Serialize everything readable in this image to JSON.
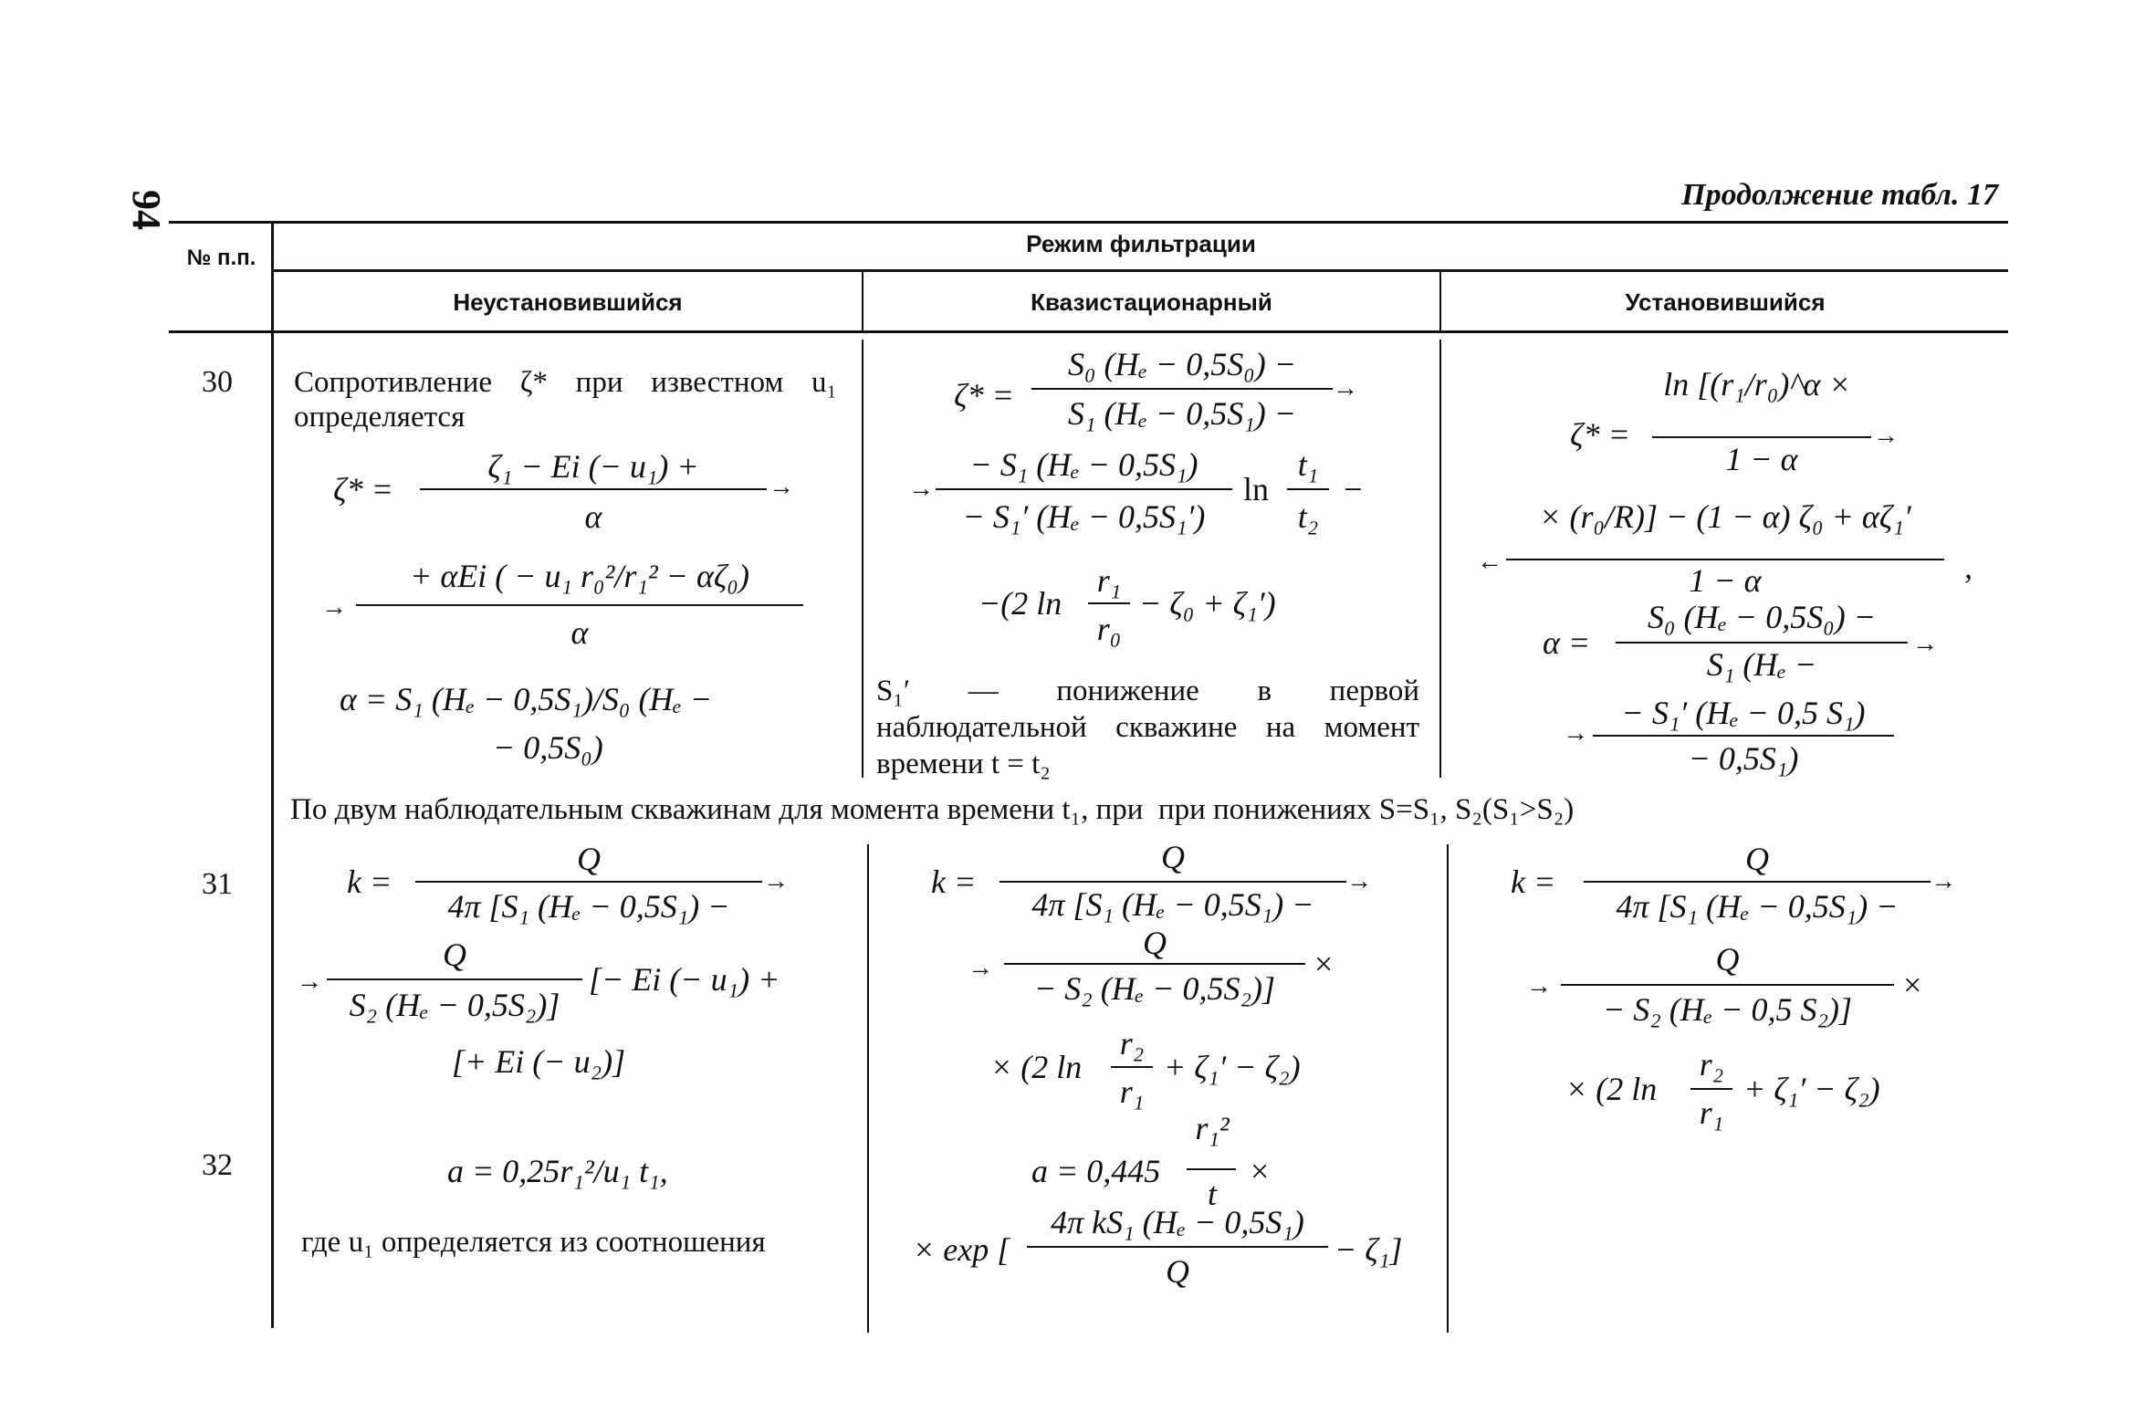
{
  "page": {
    "number": "94",
    "continuation": "Продолжение табл. 17"
  },
  "table": {
    "header": {
      "num_col": "№ п.п.",
      "group": "Режим фильтрации",
      "cols": [
        "Неустановившийся",
        "Квазистационарный",
        "Установившийся"
      ]
    },
    "rows": [
      {
        "num": "30",
        "unsteady": {
          "intro": "Сопротивление ζ* при известном u₁ определяется",
          "f1_lhs": "ζ* =",
          "f1_num": "ζ₁ − Ei (− u₁) +",
          "f1_den": "α",
          "f2_num": "+ αEi ( − u₁ r₀²/r₁² − αζ₀)",
          "f2_den": "α",
          "alpha1": "α = S₁ (Hₑ − 0,5S₁)/S₀ (Hₑ −",
          "alpha2": "− 0,5S₀)"
        },
        "quasi": {
          "f1_lhs": "ζ* =",
          "f1_num": "S₀ (Hₑ − 0,5S₀) −",
          "f1_den": "S₁ (Hₑ − 0,5S₁) −",
          "f2_num": "− S₁ (Hₑ − 0,5S₁)",
          "f2_den": "− S₁′ (Hₑ − 0,5S₁′)",
          "f2_ln": "ln",
          "f2_t_num": "t₁",
          "f2_t_den": "t₂",
          "f2_tail": "−",
          "f3": "−(2 ln",
          "f3_r_num": "r₁",
          "f3_r_den": "r₀",
          "f3_tail": "− ζ₀ + ζ₁′)",
          "note": "S₁′ — понижение в первой наблюдательной скважине на момент времени t = t₂"
        },
        "steady": {
          "f1_num": "ln [(r₁/r₀)^α ×",
          "f1_lhs": "ζ* =",
          "f1_den": "1 − α",
          "f2_num": "× (r₀/R)] − (1 − α) ζ₀ + αζ₁′",
          "f2_den": "1 − α",
          "comma": ",",
          "a_lhs": "α =",
          "a_num": "S₀ (Hₑ − 0,5S₀) −",
          "a_den": "S₁ (Hₑ −",
          "a2_num": "− S₁′ (Hₑ − 0,5 S₁)",
          "a2_den": "− 0,5S₁)"
        }
      },
      {
        "span": "По двум наблюдательным скважинам для момента времени t₁, при  при понижениях S=S₁, S₂(S₁>S₂)"
      },
      {
        "num": "31",
        "unsteady": {
          "lhs": "k =",
          "n1": "Q",
          "d1": "4π [S₁ (Hₑ − 0,5S₁) −",
          "n2": "Q",
          "d2": "S₂ (Hₑ − 0,5S₂)]",
          "tail2": "[− Ei (− u₁) +",
          "l3": "[+ Ei (− u₂)]"
        },
        "quasi": {
          "lhs": "k =",
          "n1": "Q",
          "d1": "4π [S₁ (Hₑ − 0,5S₁) −",
          "n2": "Q",
          "d2": "− S₂ (Hₑ − 0,5S₂)]",
          "tail2": "×",
          "l3a": "× (2 ln",
          "l3_num": "r₂",
          "l3_den": "r₁",
          "l3b": "+ ζ₁′ − ζ₂)"
        },
        "steady": {
          "lhs": "k =",
          "n1": "Q",
          "d1": "4π [S₁ (Hₑ − 0,5S₁) −",
          "n2": "Q",
          "d2": "− S₂ (Hₑ − 0,5 S₂)]",
          "tail2": "×",
          "l3a": "× (2 ln",
          "l3_num": "r₂",
          "l3_den": "r₁",
          "l3b": "+ ζ₁′ − ζ₂)"
        }
      },
      {
        "num": "32",
        "unsteady": {
          "formula": "a = 0,25r₁²/u₁ t₁,",
          "note": "где u₁ определяется из соотношения"
        },
        "quasi": {
          "lhs": "a = 0,445",
          "n1": "r₁²",
          "d1": "t",
          "tail1": "×",
          "l2a": "× exp [",
          "n2": "4π kS₁ (Hₑ − 0,5S₁)",
          "d2": "Q",
          "l2b": "− ζ₁]"
        }
      }
    ]
  }
}
